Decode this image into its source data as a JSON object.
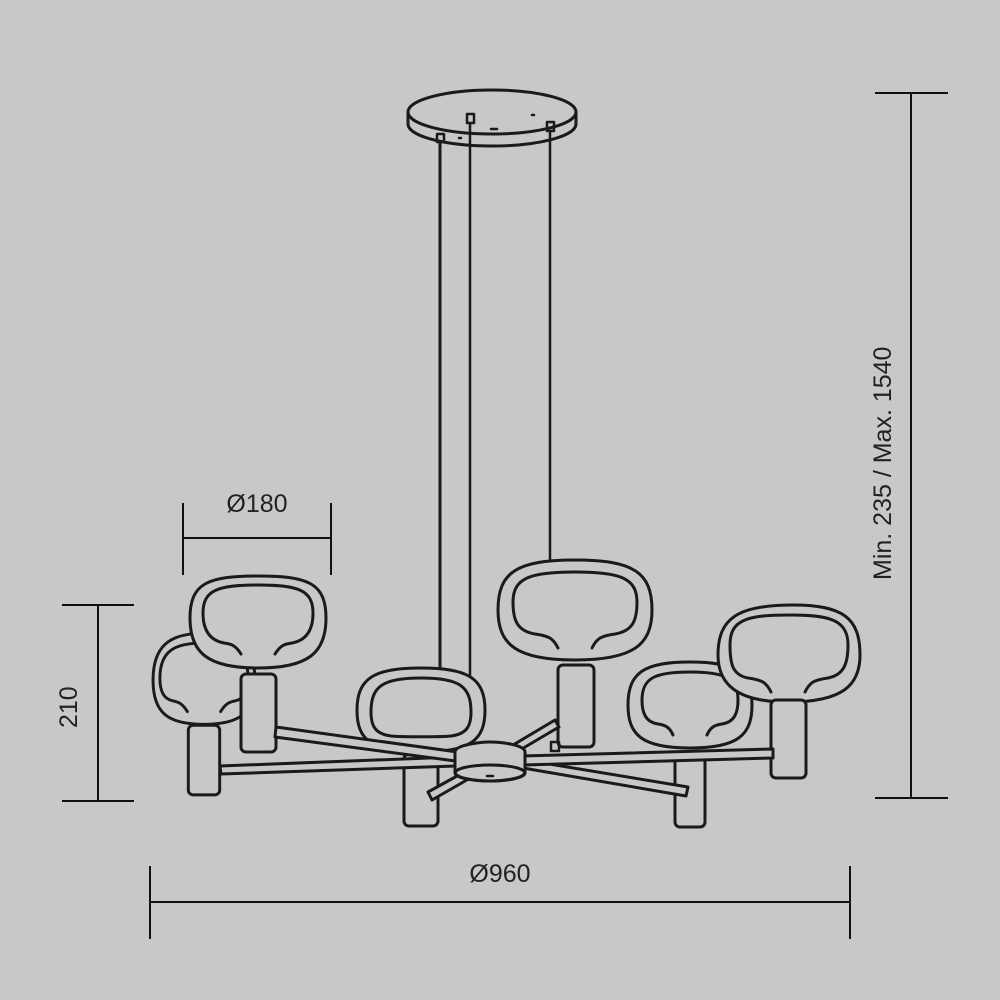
{
  "drawing": {
    "subject": "pendant-chandelier",
    "background_color": "#c8c8c8",
    "line_color": "#1a1a1a",
    "shade_count": 6,
    "suspension_wires": 3
  },
  "dimensions": {
    "shade_diameter": {
      "label": "Ø180",
      "value": 180,
      "orientation": "horizontal"
    },
    "shade_height": {
      "label": "210",
      "value": 210,
      "orientation": "vertical"
    },
    "overall_height": {
      "label": "Min. 235 / Max. 1540",
      "min": 235,
      "max": 1540,
      "orientation": "vertical"
    },
    "overall_diameter": {
      "label": "Ø960",
      "value": 960,
      "orientation": "horizontal"
    }
  }
}
